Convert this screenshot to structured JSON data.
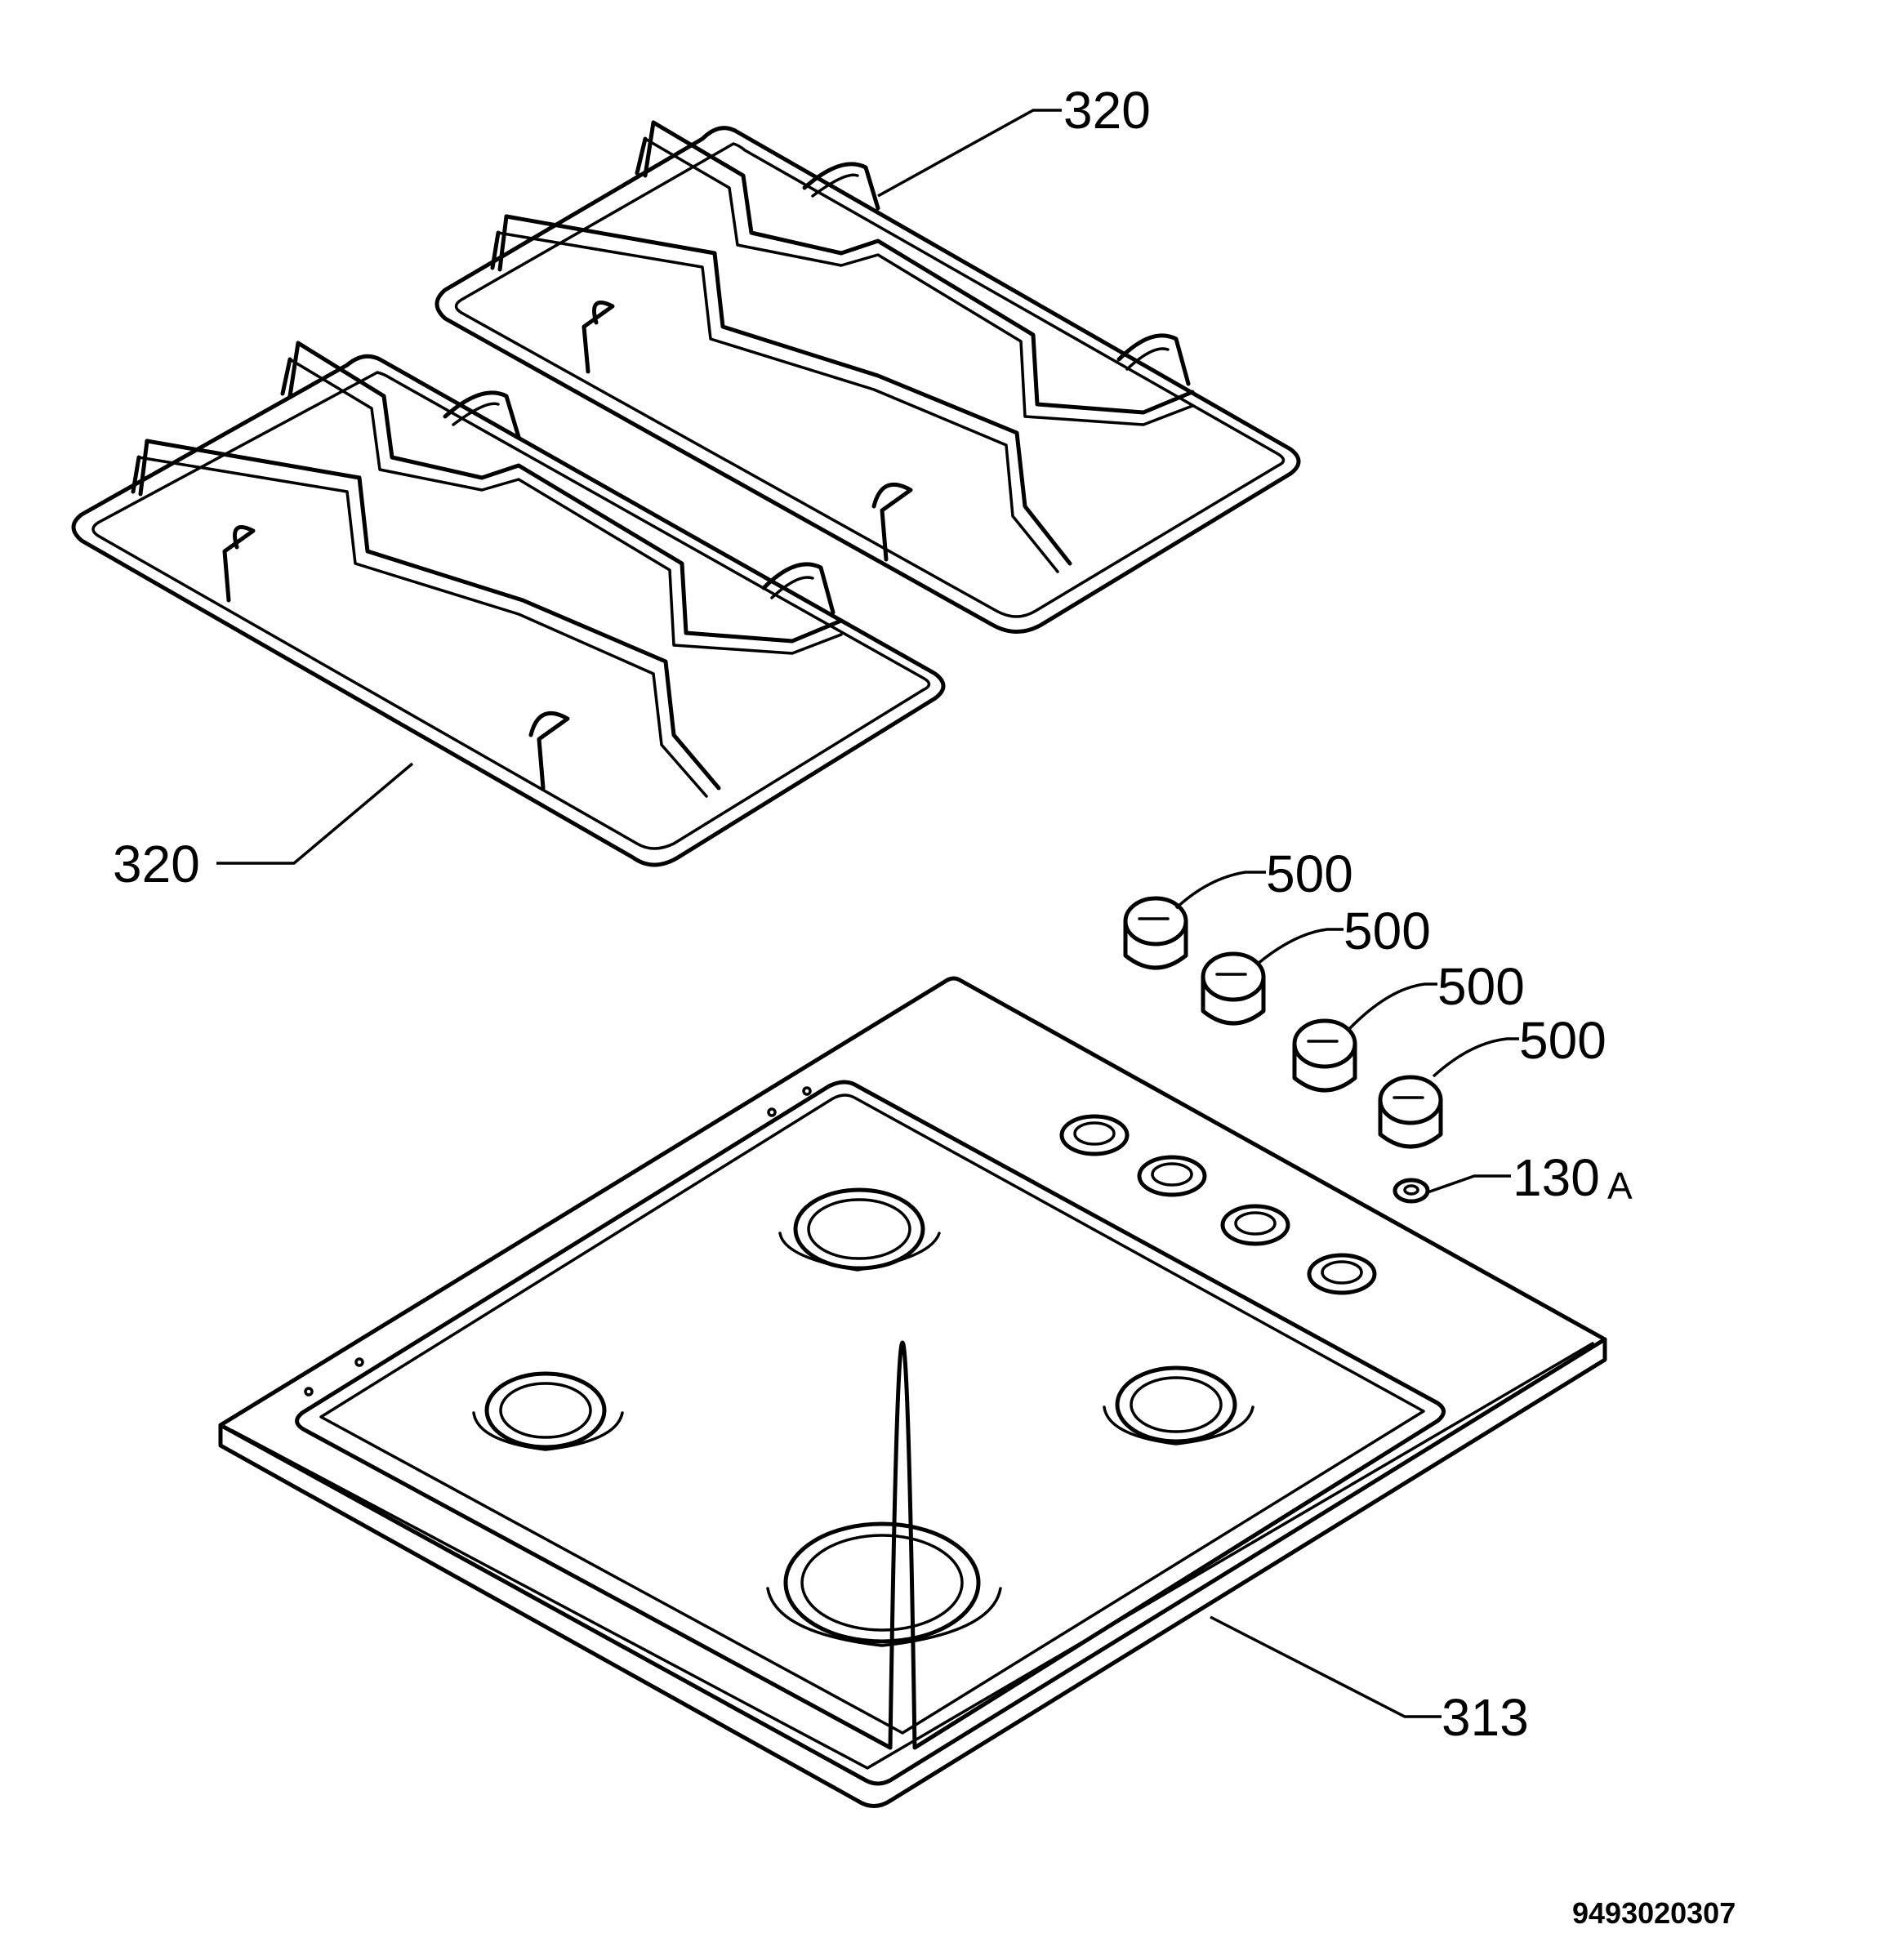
{
  "callouts": {
    "grate_top": "320",
    "grate_left": "320",
    "knob_1": "500",
    "knob_2": "500",
    "knob_3": "500",
    "knob_4": "500",
    "gasket_num": "130",
    "gasket_suffix": "A",
    "hob_top": "313"
  },
  "document_number": "9493020307"
}
